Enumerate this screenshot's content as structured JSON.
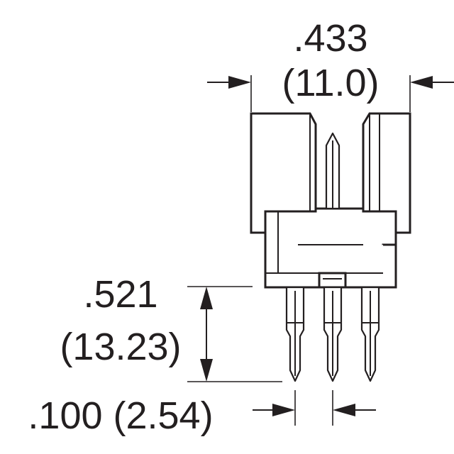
{
  "dimensions": {
    "width_inch": ".433",
    "width_mm": "(11.0)",
    "height_inch": ".521",
    "height_mm": "(13.23)",
    "pitch": ".100 (2.54)"
  },
  "colors": {
    "ink": "#231f20",
    "background": "#ffffff"
  }
}
